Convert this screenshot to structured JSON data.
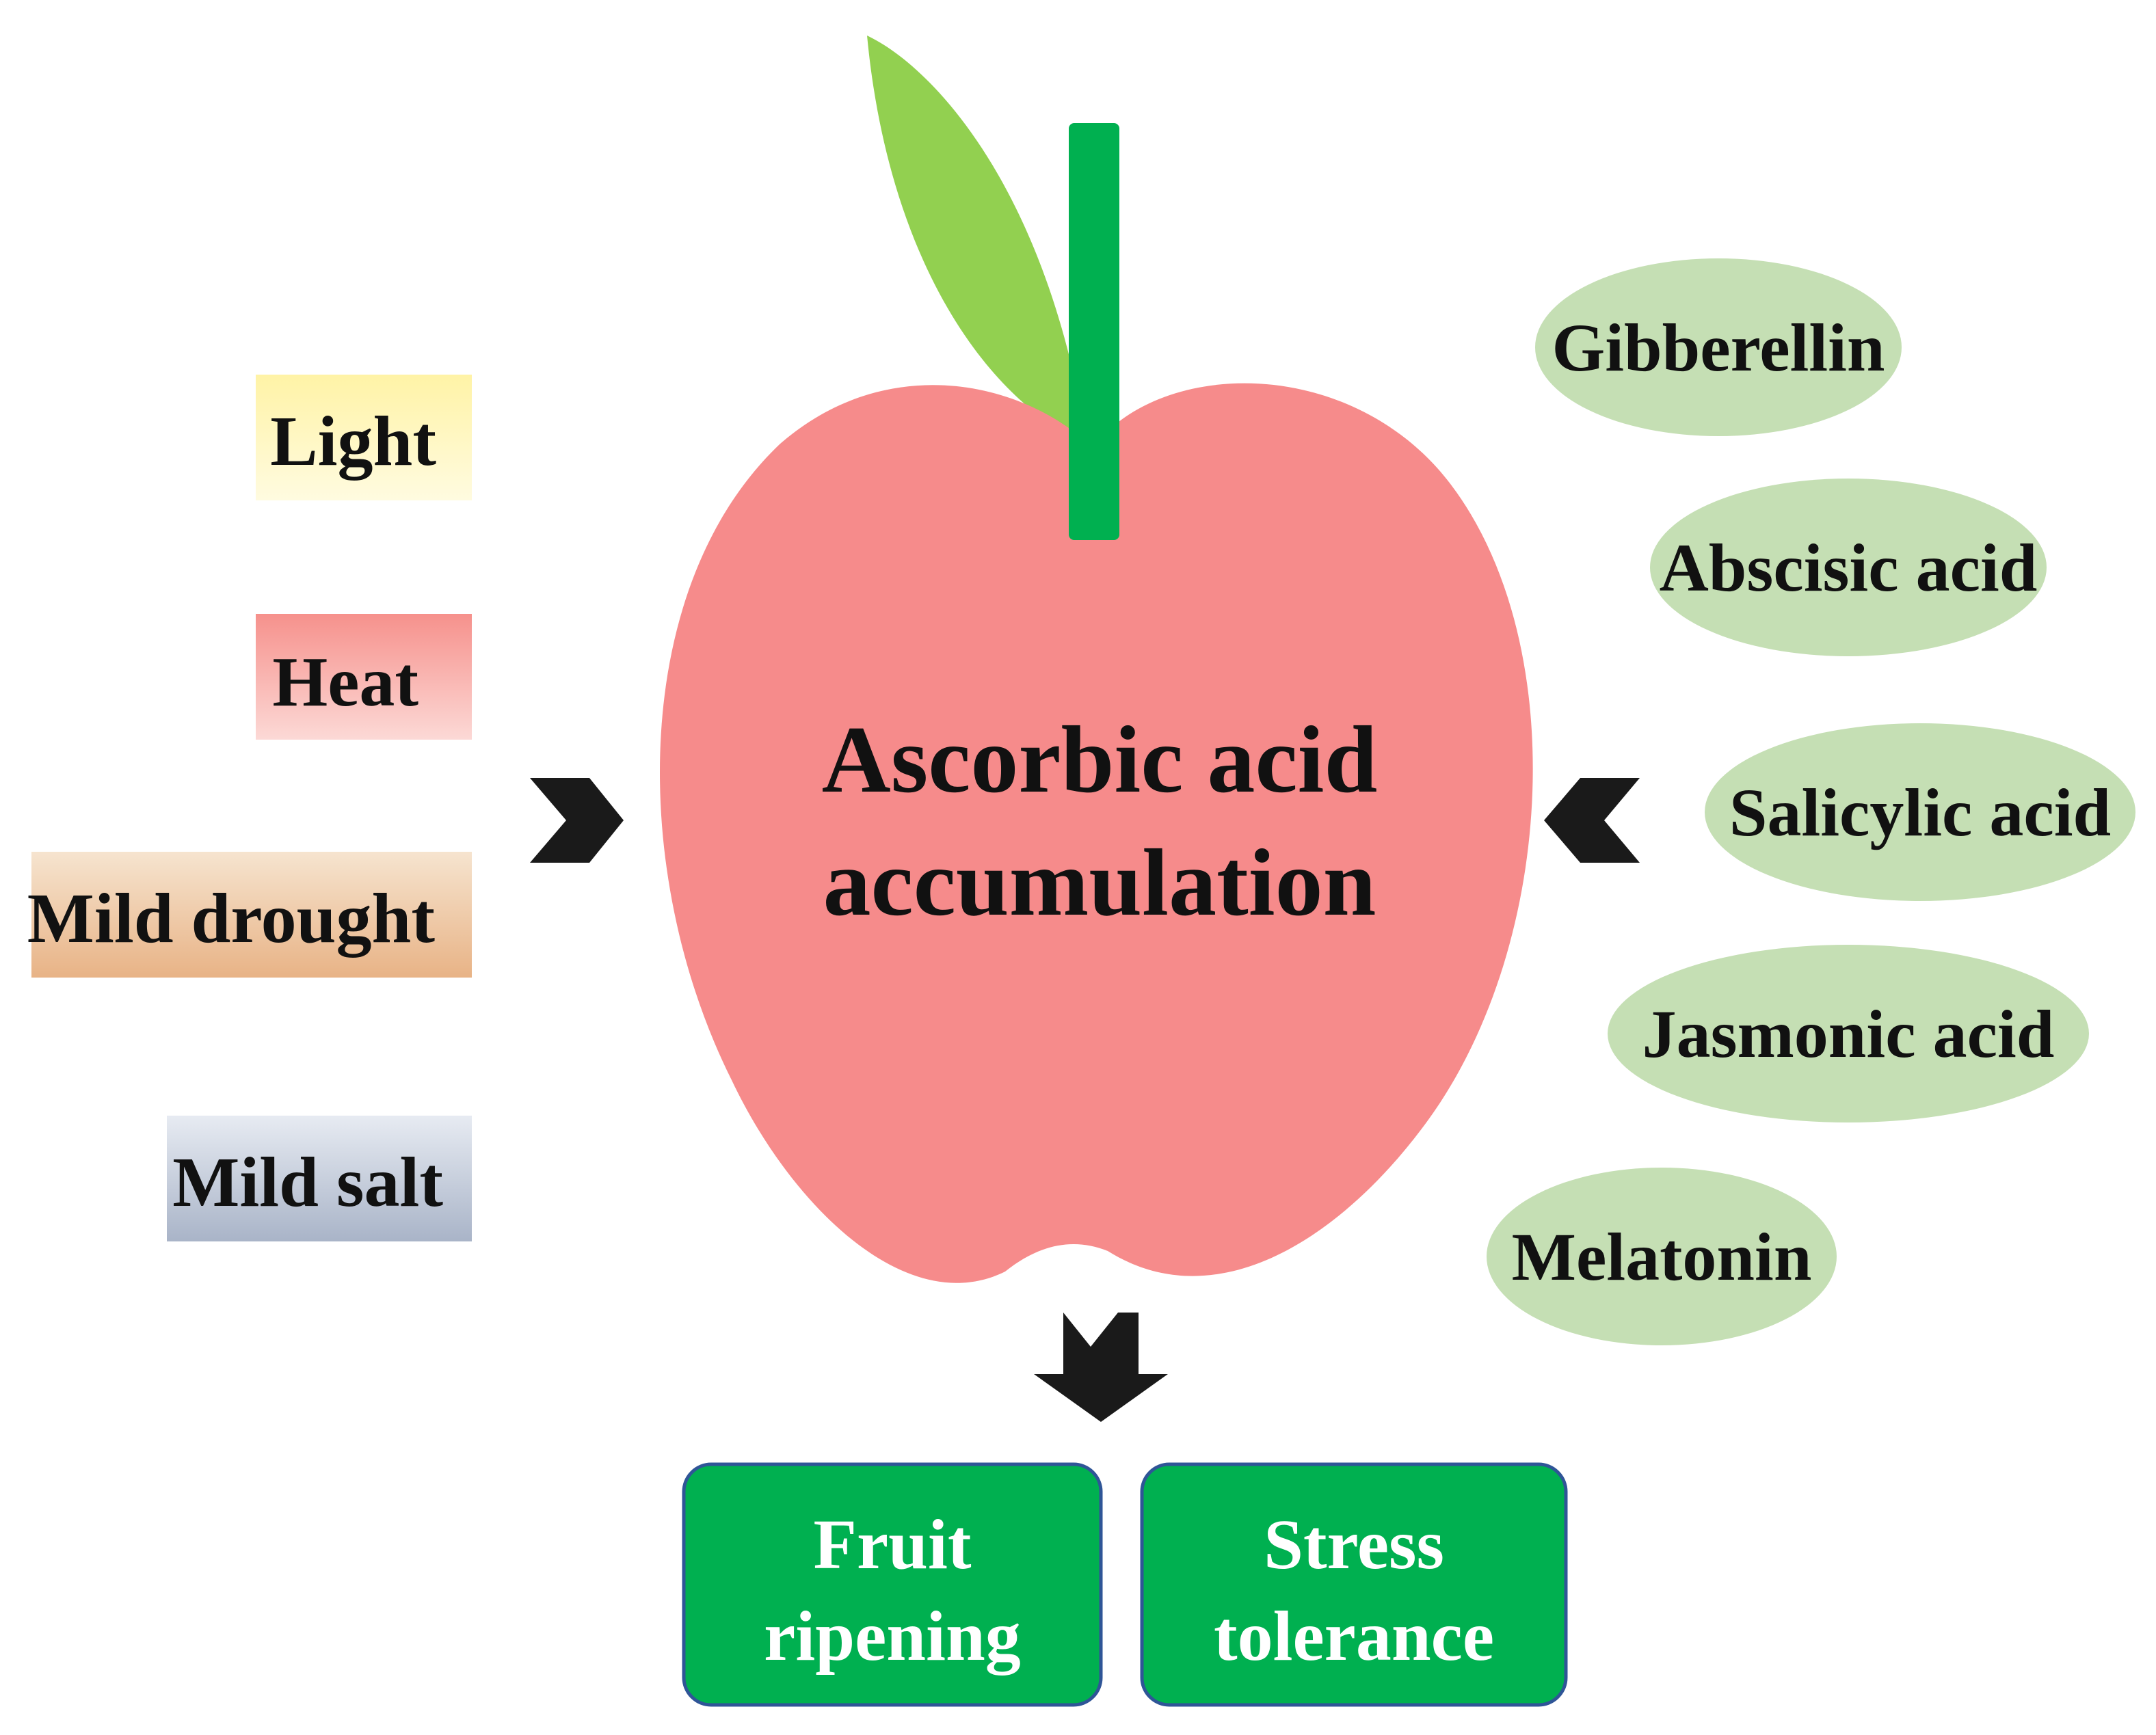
{
  "center": {
    "line1": "Ascorbic acid",
    "line2": "accumulation"
  },
  "environmental_factors": [
    {
      "label": "Light",
      "color_top": "#fff3a6",
      "color_bottom": "#fffbe0"
    },
    {
      "label": "Heat",
      "color_top": "#f6918c",
      "color_bottom": "#fcd9d6"
    },
    {
      "label": "Mild drought",
      "color_top": "#f6e4cf",
      "color_bottom": "#e8b386"
    },
    {
      "label": "Mild salt",
      "color_top": "#e7ebf2",
      "color_bottom": "#a9b4c8"
    }
  ],
  "hormones": [
    {
      "label": "Gibberellin"
    },
    {
      "label": "Abscisic acid"
    },
    {
      "label": "Salicylic acid"
    },
    {
      "label": "Jasmonic acid"
    },
    {
      "label": "Melatonin"
    }
  ],
  "outcomes": [
    {
      "line1": "Fruit",
      "line2": "ripening"
    },
    {
      "line1": "Stress",
      "line2": "tolerance"
    }
  ],
  "colors": {
    "apple": "#f68b8b",
    "leaf": "#92d050",
    "stem": "#00b050",
    "hormone_fill": "#c5dfb4",
    "outcome_fill": "#00b050",
    "outcome_border": "#2f5597",
    "arrow": "#1a1a1a"
  },
  "icons": {
    "left_arrow": "chevron-arrow-right-icon",
    "right_arrow": "chevron-arrow-left-icon",
    "down_arrow": "chevron-arrow-down-icon"
  }
}
